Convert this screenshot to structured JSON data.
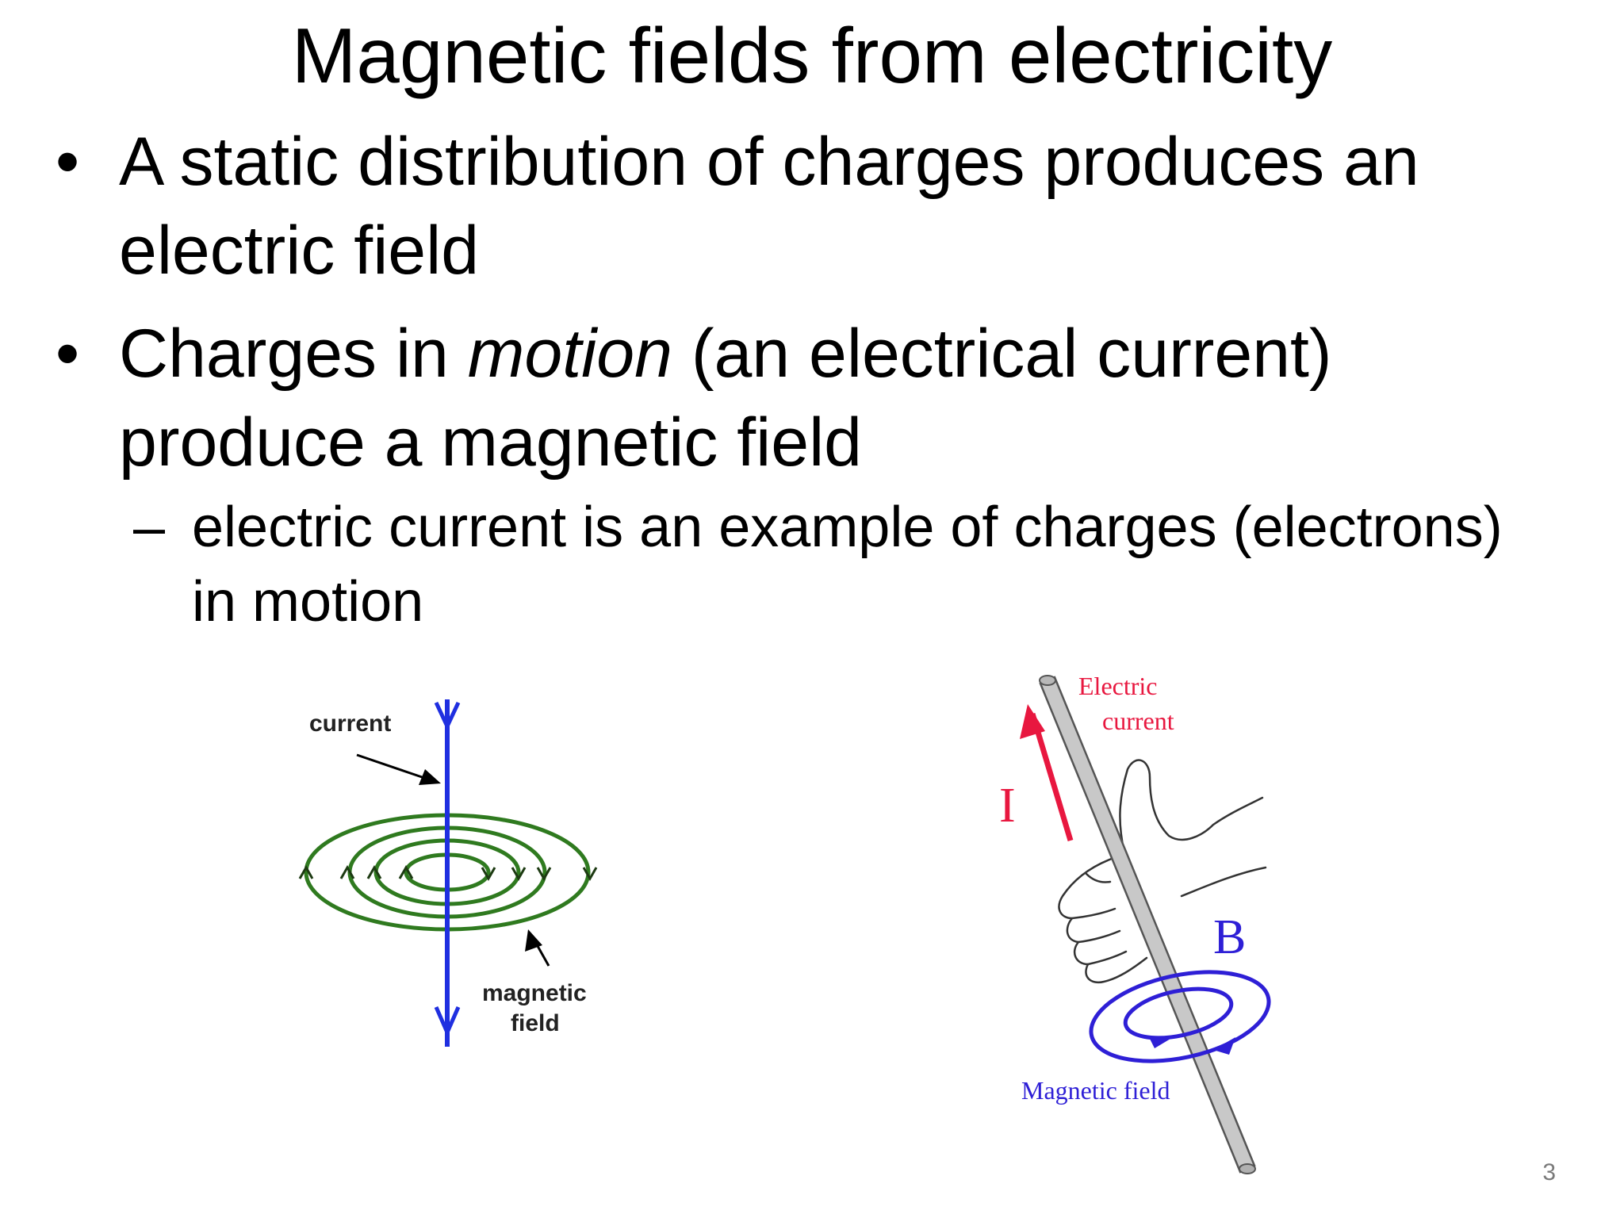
{
  "slide": {
    "title": "Magnetic fields from electricity",
    "bullets": [
      {
        "text": "A static distribution of charges produces an electric field"
      },
      {
        "before": "Charges in ",
        "emphasis": "motion",
        "after": " (an electrical current) produce a magnetic field"
      }
    ],
    "sub_bullet": "electric current is an example of charges (electrons) in motion",
    "bullet_symbol": "•",
    "dash_symbol": "–",
    "page_number": "3"
  },
  "figure_left": {
    "current_label": "current",
    "field_label_line1": "magnetic",
    "field_label_line2": "field",
    "colors": {
      "wire": "#1f2fe0",
      "loops": "#2f7a1f"
    }
  },
  "figure_right": {
    "current_label_line1": "Electric",
    "current_label_line2": "current",
    "i_label": "I",
    "b_label": "B",
    "field_label": "Magnetic field",
    "colors": {
      "current": "#e8173f",
      "field": "#2e1fd6",
      "rod": "#c8c8c8"
    }
  }
}
